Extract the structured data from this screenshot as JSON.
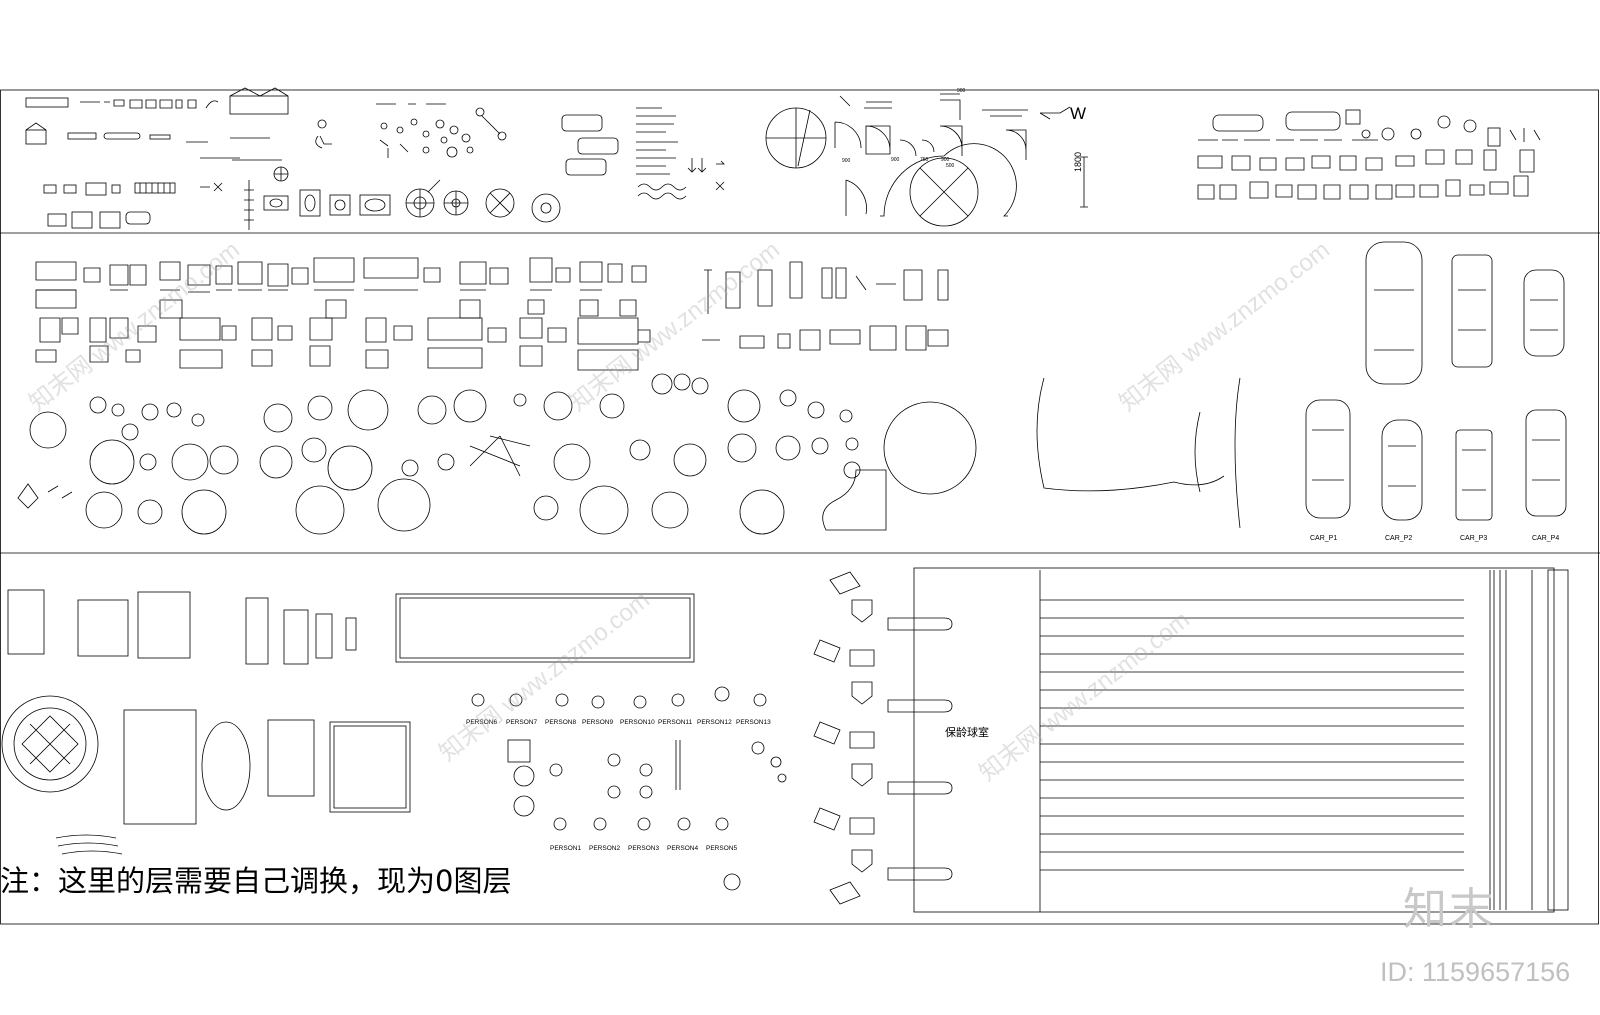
{
  "drawing": {
    "note": "注：这里的层需要自己调换，现为0图层",
    "bowling_room_label": "保龄球室",
    "dimension_width_label": "W",
    "dimension_height_label": "1800",
    "door_dims": [
      "900",
      "900",
      "900",
      "750",
      "900",
      "500"
    ],
    "car_labels": [
      "CAR_P1",
      "CAR_P2",
      "CAR_P3",
      "CAR_P4"
    ],
    "person_labels_row1": [
      "PERSON6",
      "PERSON7",
      "PERSON8",
      "PERSON9",
      "PERSON10",
      "PERSON11",
      "PERSON12",
      "PERSON13"
    ],
    "person_labels_row2": [
      "PERSON1",
      "PERSON2",
      "PERSON3",
      "PERSON4",
      "PERSON5"
    ]
  },
  "watermark": {
    "logo": "知末",
    "id": "ID: 1159657156",
    "site": "知末网 www.znzmo.com"
  },
  "colors": {
    "line": "#000000",
    "watermark": "#c0c0c0",
    "background": "#ffffff"
  }
}
